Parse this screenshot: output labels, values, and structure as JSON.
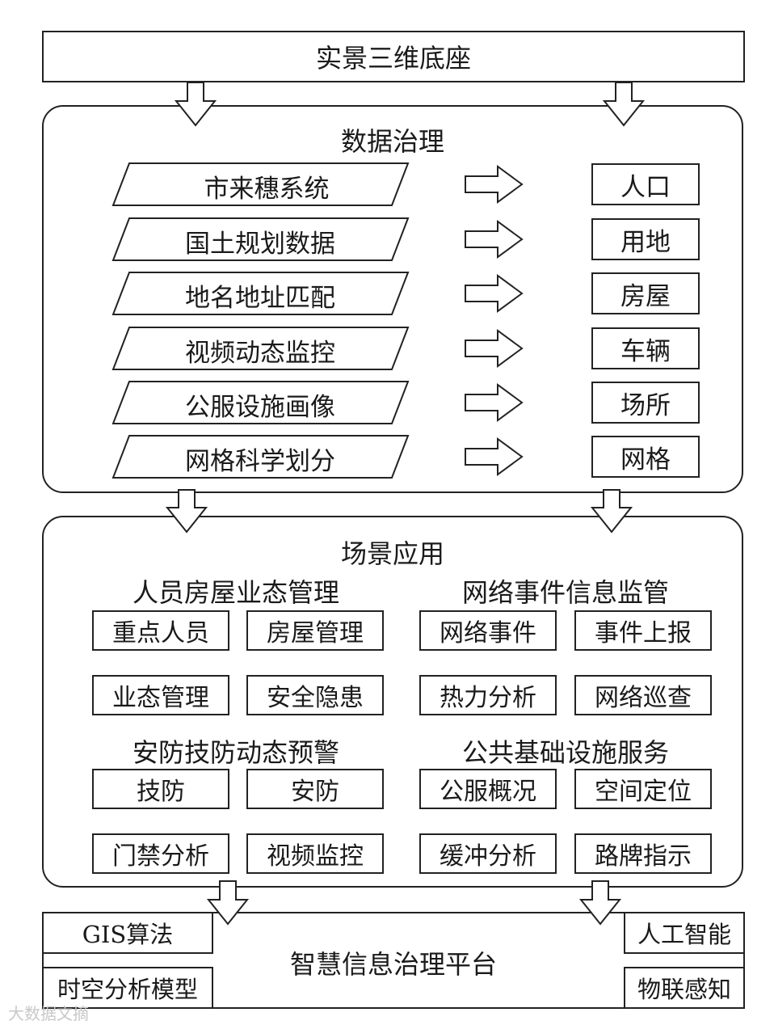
{
  "top_banner": "实景三维底座",
  "data_governance": {
    "title": "数据治理",
    "rows": [
      {
        "source": "市来穗系统",
        "target": "人口"
      },
      {
        "source": "国土规划数据",
        "target": "用地"
      },
      {
        "source": "地名地址匹配",
        "target": "房屋"
      },
      {
        "source": "视频动态监控",
        "target": "车辆"
      },
      {
        "source": "公服设施画像",
        "target": "场所"
      },
      {
        "source": "网格科学划分",
        "target": "网格"
      }
    ]
  },
  "scene_application": {
    "title": "场景应用",
    "groups": [
      {
        "title": "人员房屋业态管理",
        "items": [
          "重点人员",
          "房屋管理",
          "业态管理",
          "安全隐患"
        ]
      },
      {
        "title": "网络事件信息监管",
        "items": [
          "网络事件",
          "事件上报",
          "热力分析",
          "网络巡查"
        ]
      },
      {
        "title": "安防技防动态预警",
        "items": [
          "技防",
          "安防",
          "门禁分析",
          "视频监控"
        ]
      },
      {
        "title": "公共基础设施服务",
        "items": [
          "公服概况",
          "空间定位",
          "缓冲分析",
          "路牌指示"
        ]
      }
    ]
  },
  "platform": {
    "title": "智慧信息治理平台",
    "left_top": "GIS算法",
    "left_bottom": "时空分析模型",
    "right_top": "人工智能",
    "right_bottom": "物联感知"
  },
  "watermark": "大数据文摘"
}
